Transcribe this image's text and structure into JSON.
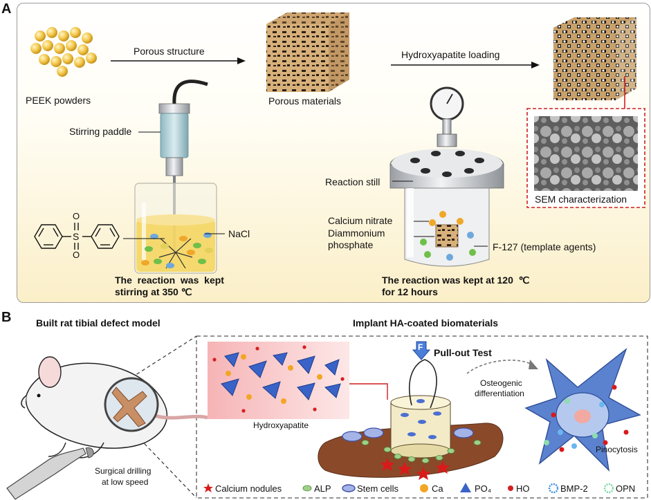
{
  "panel_a": {
    "letter": "A",
    "peek_label": "PEEK powders",
    "arrow1_label": "Porous structure",
    "porous_label": "Porous materials",
    "arrow2_label": "Hydroxyapatite loading",
    "stirring_label": "Stirring paddle",
    "nacl_label": "NaCl",
    "sulfone_s": "S",
    "sulfone_o_top": "O",
    "sulfone_o_bottom": "O",
    "reaction1_line1": "The  reaction  was  kept",
    "reaction1_line2": "stirring at 350 ℃",
    "still_label": "Reaction still",
    "calcium_label": "Calcium nitrate",
    "diammonium_line1": "Diammonium",
    "diammonium_line2": "phosphate",
    "f127_label": "F-127 (template agents)",
    "reaction2_line1": "The reaction was kept at 120  ℃",
    "reaction2_line2": "for 12 hours",
    "sem_label": "SEM characterization"
  },
  "panel_b": {
    "letter": "B",
    "title_left": "Built rat tibial defect model",
    "title_right": "Implant HA-coated biomaterials",
    "surgical_line1": "Surgical drilling",
    "surgical_line2": "at low speed",
    "ha_label": "Hydroxyapatite",
    "f_symbol": "F",
    "pullout_label": "Pull-out Test",
    "osteo_line1": "Osteogenic",
    "osteo_line2": "differentiation",
    "pinocytosis_label": "Pinocytosis",
    "legend": [
      {
        "symbol": "star-red",
        "label": "Calcium nodules"
      },
      {
        "symbol": "green-ellipse",
        "label": "ALP"
      },
      {
        "symbol": "blue-cell",
        "label": "Stem cells"
      },
      {
        "symbol": "ca-ball",
        "label": "Ca"
      },
      {
        "symbol": "blue-triangle",
        "label": "PO₄"
      },
      {
        "symbol": "red-dot",
        "label": "HO"
      },
      {
        "symbol": "blue-gear",
        "label": "BMP-2"
      },
      {
        "symbol": "green-gear",
        "label": "OPN"
      }
    ]
  },
  "colors": {
    "peek": "#f2c64a",
    "porous": "#d9b07c",
    "sem_box": "#cc1f1f",
    "bone": "#8a4a2a",
    "pink_box": "#f4a5a8",
    "cell": "#4a78c8"
  }
}
